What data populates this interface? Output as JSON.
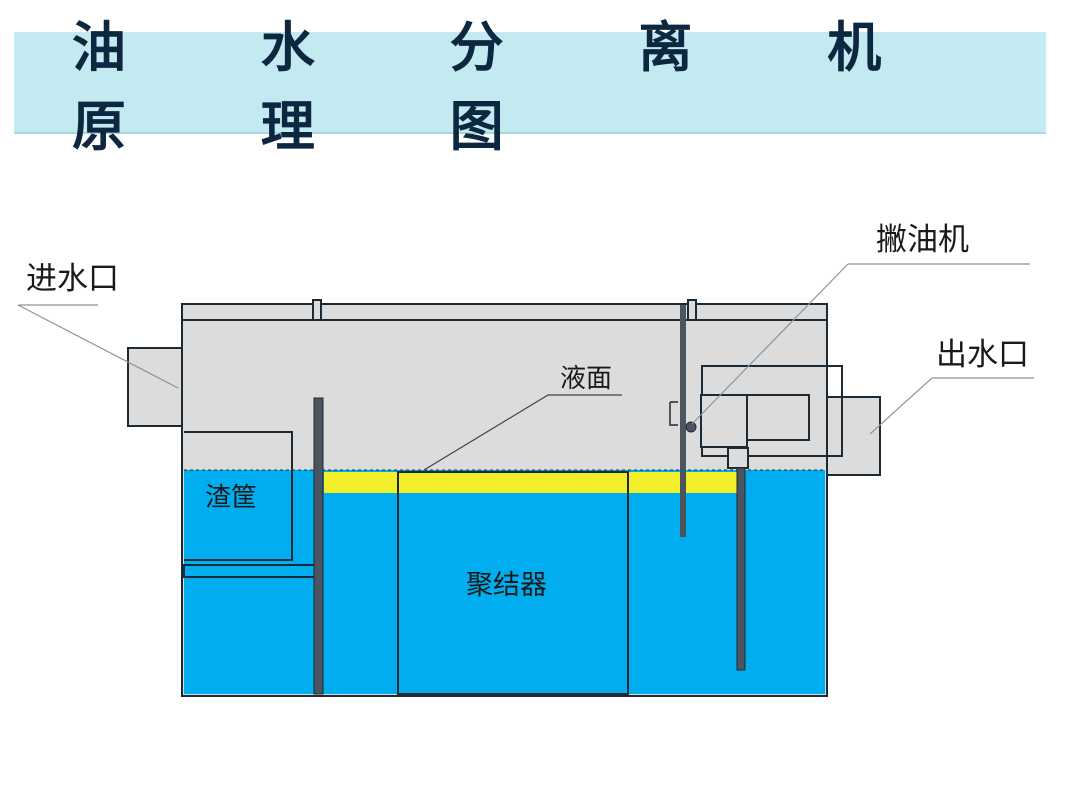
{
  "title": "油 水 分 离 机 原 理 图",
  "labels": {
    "inlet": "进水口",
    "skimmer": "撇油机",
    "outlet": "出水口",
    "liquid_level": "液面",
    "slag_basket": "渣筐",
    "coalescer": "聚结器"
  },
  "colors": {
    "title_bg": "#c3eaf0",
    "title_text": "#0e2740",
    "water": "#00aef0",
    "oil_layer": "#f2ee2a",
    "tank_body": "#dcdcdc",
    "outline": "#1c2a36"
  }
}
